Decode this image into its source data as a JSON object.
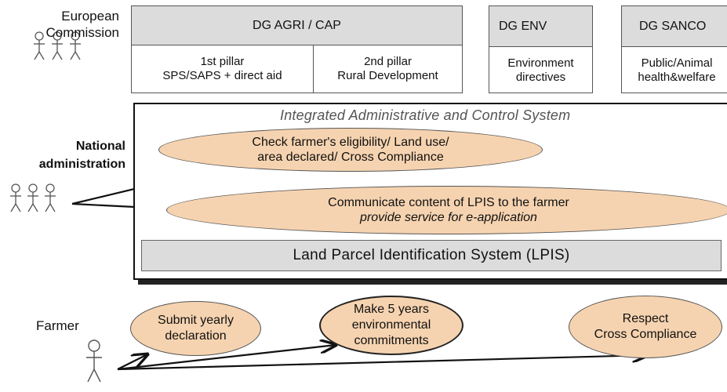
{
  "commission": {
    "label_line1": "European",
    "label_line2": "Commission",
    "dg_agri": {
      "title": "DG AGRI / CAP",
      "pillar1_line1": "1st pillar",
      "pillar1_line2": "SPS/SAPS + direct aid",
      "pillar2_line1": "2nd pillar",
      "pillar2_line2": "Rural Development"
    },
    "dg_env": {
      "title": "DG ENV",
      "body_line1": "Environment",
      "body_line2": "directives"
    },
    "dg_sanco": {
      "title": "DG SANCO",
      "body_line1": "Public/Animal",
      "body_line2": "health&welfare"
    }
  },
  "national": {
    "label_line1": "National",
    "label_line2": "administration",
    "iacs_title": "Integrated Administrative and Control System",
    "ellipse1_line1": "Check farmer's eligibility/ Land use/",
    "ellipse1_line2": "area declared/ Cross Compliance",
    "ellipse2_line1": "Communicate content of LPIS to the farmer",
    "ellipse2_line2": "provide service for e-application",
    "lpis": "Land Parcel Identification System (LPIS)"
  },
  "farmer": {
    "label": "Farmer",
    "ellipse1_line1": "Submit yearly",
    "ellipse1_line2": "declaration",
    "ellipse2_line1": "Make 5 years",
    "ellipse2_line2": "environmental",
    "ellipse2_line3": "commitments",
    "ellipse3_line1": "Respect",
    "ellipse3_line2": "Cross Compliance"
  },
  "colors": {
    "ellipse_fill": "#f6d3b0",
    "box_header_grey": "#dcdcdc",
    "outline": "#555555"
  }
}
